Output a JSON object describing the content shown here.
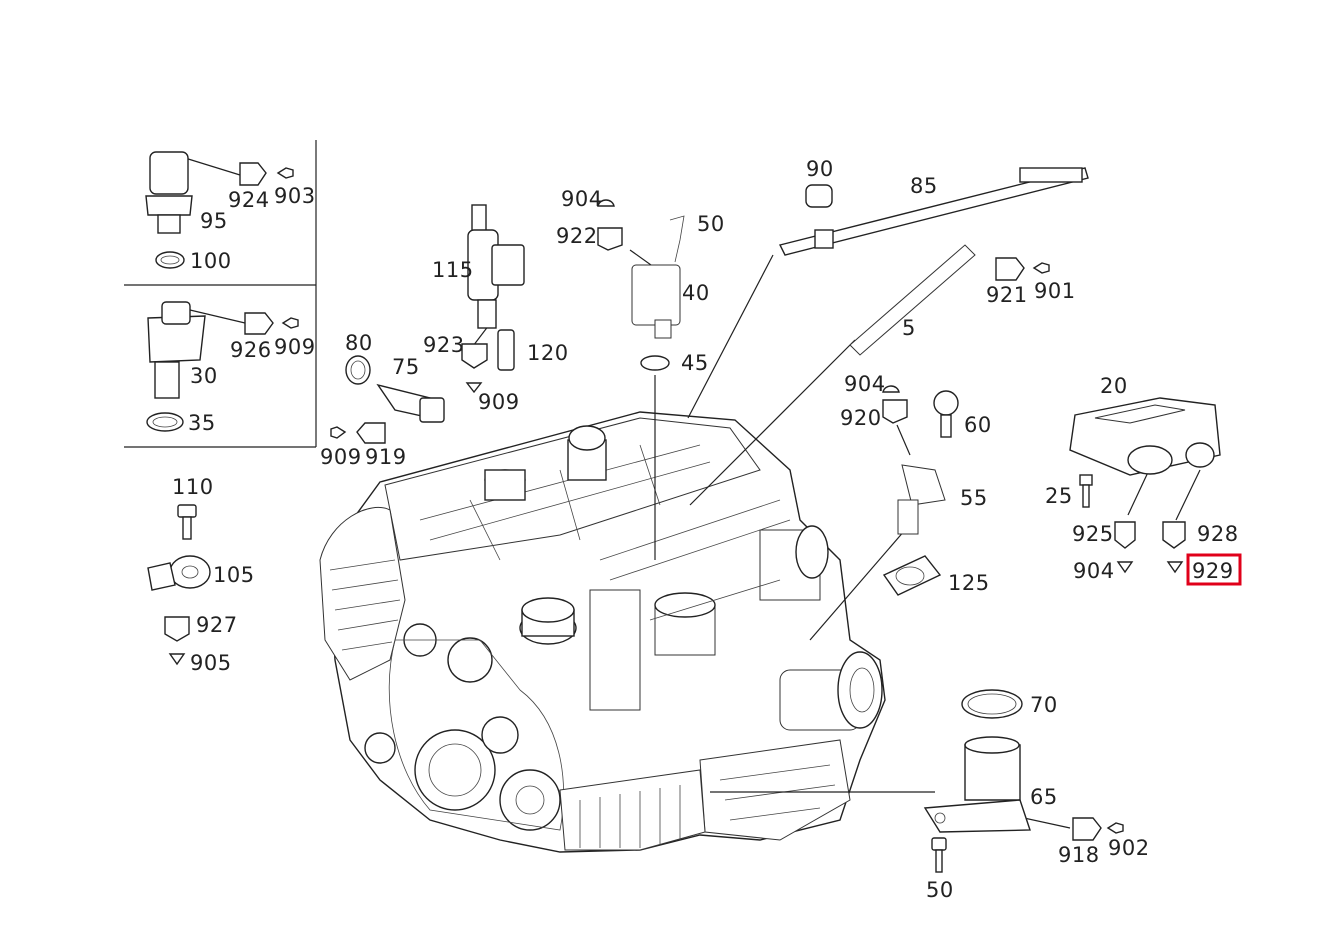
{
  "colors": {
    "ink": "#222222",
    "highlight": "#e0001a",
    "background": "#ffffff"
  },
  "highlighted_label": "929",
  "labels": {
    "p924": "924",
    "p903": "903",
    "p95": "95",
    "p100": "100",
    "p926": "926",
    "p909a": "909",
    "p30": "30",
    "p35": "35",
    "p115": "115",
    "p923": "923",
    "p120": "120",
    "p909b": "909",
    "p80": "80",
    "p75": "75",
    "p909c": "909",
    "p919": "919",
    "p904a": "904",
    "p922": "922",
    "p50a": "50",
    "p40": "40",
    "p45": "45",
    "p90": "90",
    "p85": "85",
    "p921": "921",
    "p901": "901",
    "p5": "5",
    "p904b": "904",
    "p920": "920",
    "p60": "60",
    "p55": "55",
    "p125": "125",
    "p20": "20",
    "p25": "25",
    "p925": "925",
    "p928": "928",
    "p904c": "904",
    "p929": "929",
    "p110": "110",
    "p105": "105",
    "p927": "927",
    "p905": "905",
    "p70": "70",
    "p65": "65",
    "p918": "918",
    "p902": "902",
    "p50b": "50"
  }
}
